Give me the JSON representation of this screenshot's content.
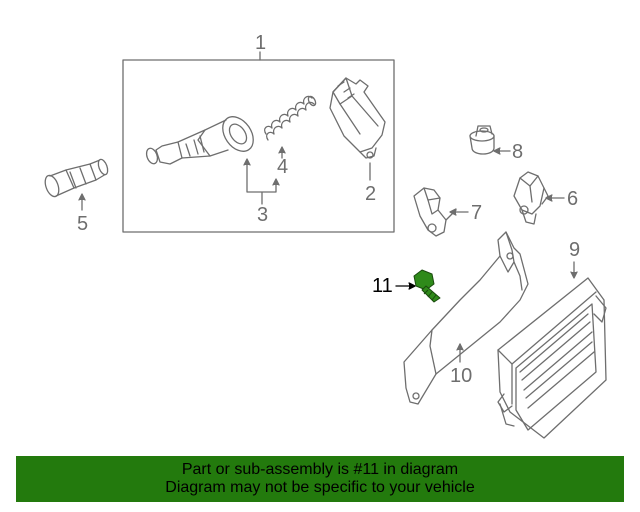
{
  "callouts": {
    "c1": "1",
    "c2": "2",
    "c3": "3",
    "c4": "4",
    "c5": "5",
    "c6": "6",
    "c7": "7",
    "c8": "8",
    "c9": "9",
    "c10": "10",
    "c11": "11"
  },
  "highlighted_part": "11",
  "banner": {
    "line1": "Part or sub-assembly is #11 in diagram",
    "line2": "Diagram may not be specific to your vehicle"
  },
  "colors": {
    "line_art": "#6e6e6e",
    "highlight_part": "#2f8a1a",
    "banner_bg": "#237a0d"
  }
}
